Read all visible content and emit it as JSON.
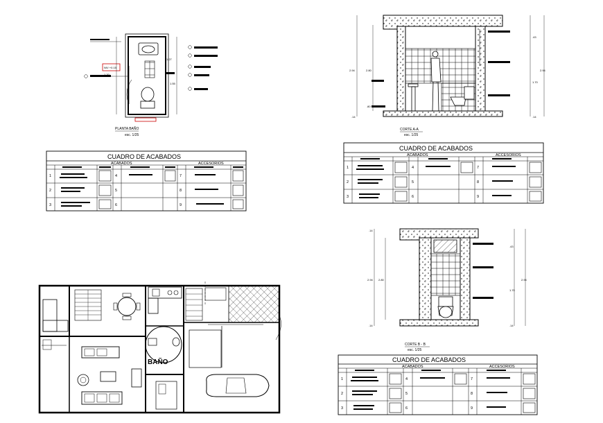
{
  "drawing": {
    "plan": {
      "title": "PLANTA BAÑO",
      "scale": "esc. 1/25"
    },
    "section_a": {
      "title": "CORTE A-A",
      "scale": "esc. 1/25",
      "dims_left": [
        "2.94",
        "2.80",
        ".80",
        ".14"
      ],
      "dims_right": [
        ".43",
        "1.70",
        "2.94",
        ".14"
      ]
    },
    "section_b": {
      "title": "CORTE B - B",
      "scale": "esc. 1/25",
      "dims_left": [
        "2.94",
        "2.80",
        ".14",
        ".14"
      ],
      "dims_right": [
        ".43",
        "1.70",
        "2.94",
        ".14"
      ]
    },
    "floor_plan": {
      "room_label": "BAÑO"
    },
    "finish_table": {
      "title": "CUADRO DE ACABADOS",
      "col_finishes": "ACABADOS",
      "col_accessories": "ACCESORIOS",
      "rows": [
        "1",
        "2",
        "3"
      ],
      "rows_mid": [
        "4",
        "5",
        "6"
      ],
      "rows_right": [
        "7",
        "8",
        "9"
      ]
    }
  }
}
